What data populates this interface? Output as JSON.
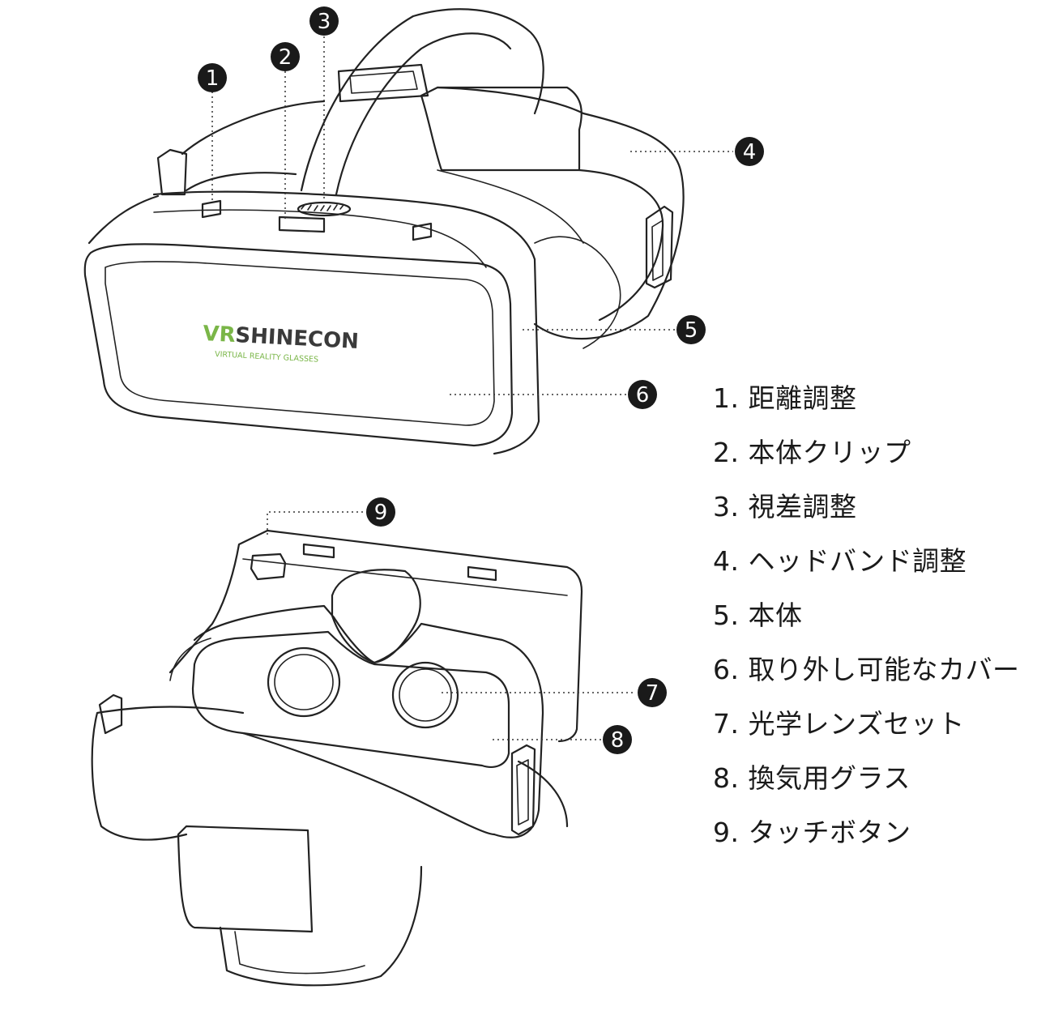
{
  "device": {
    "brand_prefix": "VR",
    "brand_name": "SHINECON",
    "tagline": "VIRTUAL REALITY GLASSES"
  },
  "callouts": [
    "1",
    "2",
    "3",
    "4",
    "5",
    "6",
    "7",
    "8",
    "9"
  ],
  "legend": [
    "1. 距離調整",
    "2. 本体クリップ",
    "3. 視差調整",
    "4. ヘッドバンド調整",
    "5. 本体",
    "6. 取り外し可能なカバー",
    "7. 光学レンズセット",
    "8. 換気用グラス",
    "9. タッチボタン"
  ],
  "colors": {
    "brand_green": "#7ab648",
    "line": "#222222",
    "badge": "#1a1a1a"
  }
}
